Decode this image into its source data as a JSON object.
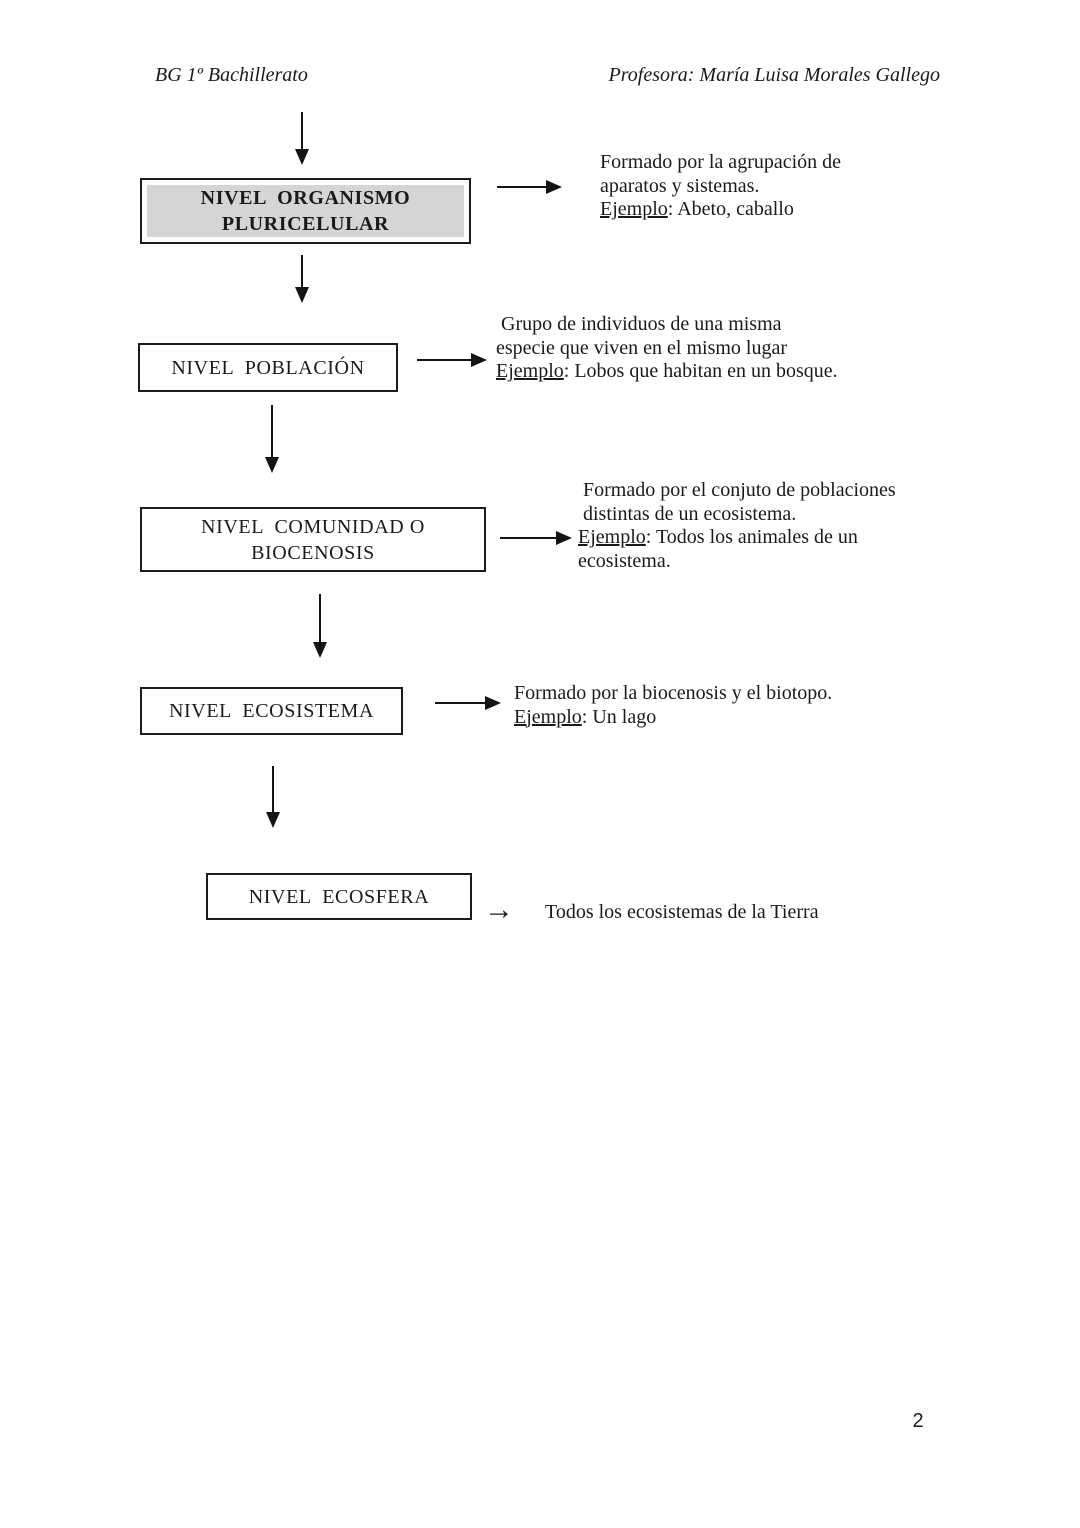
{
  "header": {
    "course": "BG 1º Bachillerato",
    "professor": "Profesora: María Luisa Morales Gallego"
  },
  "flowchart": {
    "arrow_glyph": "→",
    "nodes": [
      {
        "label_line1": "NIVEL  ORGANISMO",
        "label_line2": "PLURICELULAR",
        "emphasized": true,
        "description": {
          "lines": [
            {
              "t": "Formado por la agrupación de"
            },
            {
              "t": "aparatos y sistemas."
            },
            {
              "u": "Ejemplo",
              "t": ": Abeto, caballo"
            }
          ]
        }
      },
      {
        "label_line1": "NIVEL  POBLACIÓN",
        "emphasized": false,
        "description": {
          "lines": [
            {
              "t": " Grupo de individuos de una misma"
            },
            {
              "t": "especie que viven en el mismo lugar"
            },
            {
              "u": "Ejemplo",
              "t": ": Lobos que habitan en un bosque."
            }
          ]
        }
      },
      {
        "label_line1": "NIVEL  COMUNIDAD O",
        "label_line2": "BIOCENOSIS",
        "emphasized": false,
        "description": {
          "lines": [
            {
              "t": " Formado por el conjuto de poblaciones"
            },
            {
              "t": " distintas de un ecosistema."
            },
            {
              "u": "Ejemplo",
              "t": ": Todos los animales de un"
            },
            {
              "t": "ecosistema."
            }
          ]
        }
      },
      {
        "label_line1": "NIVEL  ECOSISTEMA",
        "emphasized": false,
        "description": {
          "lines": [
            {
              "t": "Formado por la biocenosis y el biotopo."
            },
            {
              "u": "Ejemplo",
              "t": ": Un lago"
            }
          ]
        }
      },
      {
        "label_line1": "NIVEL  ECOSFERA",
        "emphasized": false,
        "description": {
          "lines": [
            {
              "t": "Todos los ecosistemas de la Tierra"
            }
          ]
        }
      }
    ]
  },
  "footer": {
    "page_number": "2"
  },
  "colors": {
    "box_border": "#1c1c1c",
    "emphasis_fill": "#d5d5d5",
    "text": "#1a1a1a",
    "page_background": "#ffffff"
  }
}
